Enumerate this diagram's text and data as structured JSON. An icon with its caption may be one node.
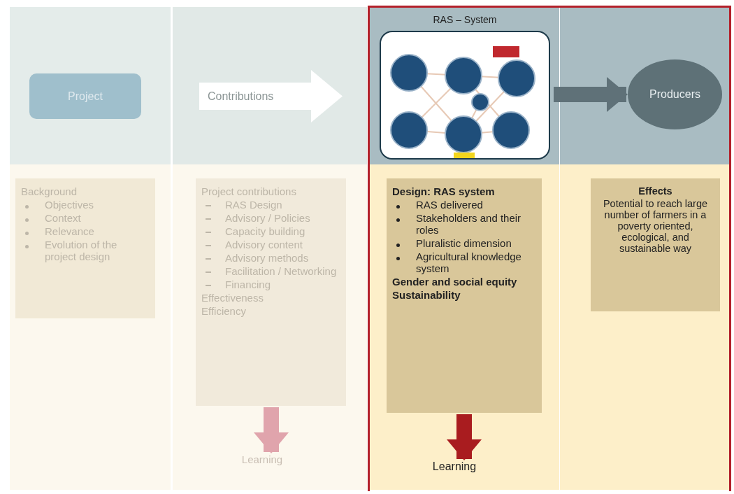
{
  "diagram": {
    "nodes": [
      {
        "text": [
          "Project"
        ]
      },
      {
        "text": [
          "Contributions"
        ]
      },
      {
        "text": [
          "RAS – System"
        ]
      },
      {
        "text": [],
        "shape": "picture",
        "in": 2
      },
      {
        "text": [
          "Producers"
        ]
      },
      {
        "text": [
          "Background",
          "Objectives",
          "Context",
          "Relevance",
          "Evolution of the project design"
        ]
      },
      {
        "text": [
          "Project contributions",
          "RAS Design",
          "Advisory / Policies",
          "Capacity building",
          "Advisory content",
          "Advisory methods",
          "Facilitation / Networking",
          "Financing",
          "Effectiveness",
          "Efficiency"
        ]
      },
      {
        "text": [
          "Design: RAS system",
          "RAS delivered",
          "Stakeholders and their roles",
          "Pluralistic dimension",
          "Agricultural knowledge system",
          "Gender and social equity",
          "Sustainability"
        ]
      },
      {
        "text": [
          "Effects",
          "Potential to reach large number of farmers in a poverty oriented, ecological, and sustainable way"
        ]
      },
      {
        "text": [
          "Learning"
        ]
      },
      {
        "text": [
          "Learning"
        ]
      }
    ],
    "edges": [
      {
        "from": 2,
        "to": 4,
        "arrow": "to",
        "color": "#5f7178"
      },
      {
        "from": 6,
        "to": 9,
        "arrow": "to",
        "color": "#e0a4ac"
      },
      {
        "from": 7,
        "to": 10,
        "arrow": "to",
        "color": "#a91c1f"
      }
    ]
  }
}
